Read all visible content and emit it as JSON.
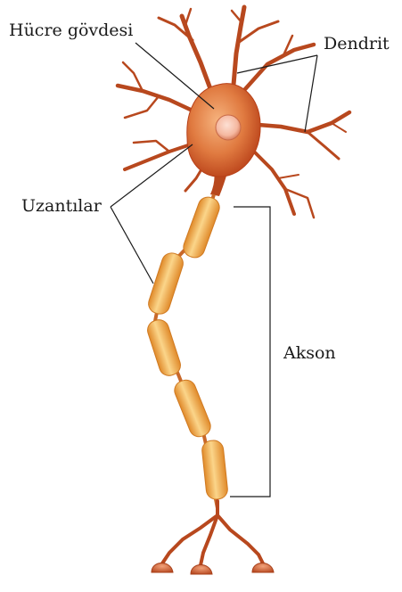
{
  "labels": {
    "cell_body": "Hücre gövdesi",
    "dendrite": "Dendrit",
    "processes": "Uzantılar",
    "axon": "Akson"
  },
  "colors": {
    "soma": "#e07a40",
    "soma_dark": "#b84018",
    "nucleus": "#f5b8a0",
    "branch": "#b8481e",
    "myelin": "#f6b352",
    "myelin_light": "#fbe0a0",
    "terminal": "#d06840",
    "leader_line": "#1a1a1a"
  }
}
